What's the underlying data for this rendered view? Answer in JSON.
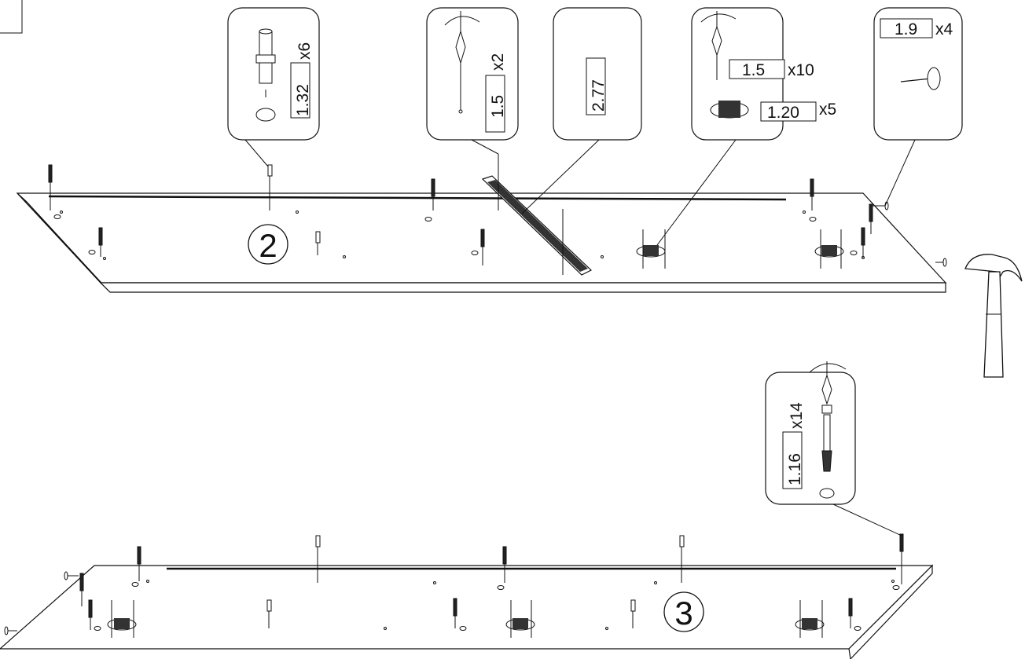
{
  "steps": {
    "step2": "2",
    "step3": "3"
  },
  "callouts": {
    "dowel": {
      "code": "1.32",
      "qty": "x6"
    },
    "screw_rail": {
      "code": "1.5",
      "qty": "x2"
    },
    "rail": {
      "code": "2.77"
    },
    "screws_connectors": {
      "screw_code": "1.5",
      "screw_qty": "x10",
      "connector_code": "1.20",
      "connector_qty": "x5"
    },
    "nail": {
      "code": "1.9",
      "qty": "x4"
    },
    "cam_bolt": {
      "code": "1.16",
      "qty": "x14"
    }
  },
  "icons": [
    "screwdriver-icon",
    "hammer-icon",
    "dowel-icon",
    "nail-icon",
    "cam-bolt-icon",
    "connector-icon",
    "drawer-rail-icon"
  ]
}
